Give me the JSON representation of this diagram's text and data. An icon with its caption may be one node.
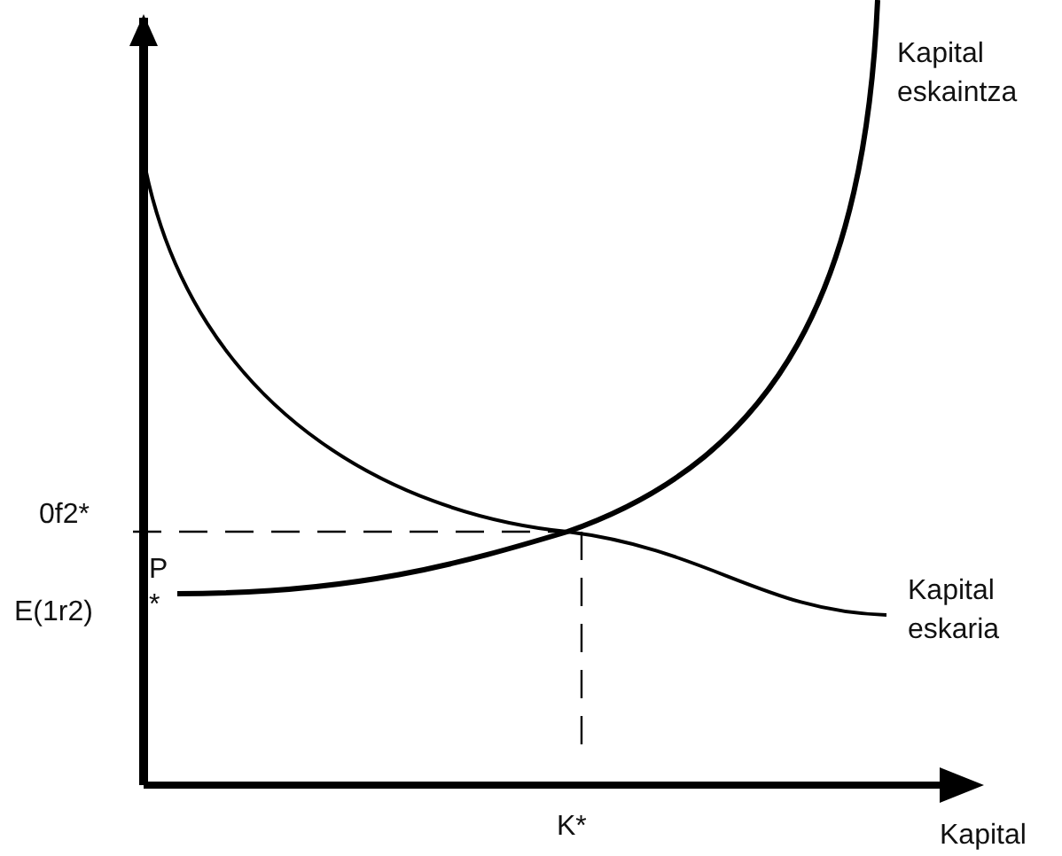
{
  "diagram": {
    "labels": [
      "Kapital eskaintza",
      "0f2*",
      "P *",
      "E(1r2)",
      "Kapital eskaria",
      "K*",
      "Kapital"
    ]
  }
}
